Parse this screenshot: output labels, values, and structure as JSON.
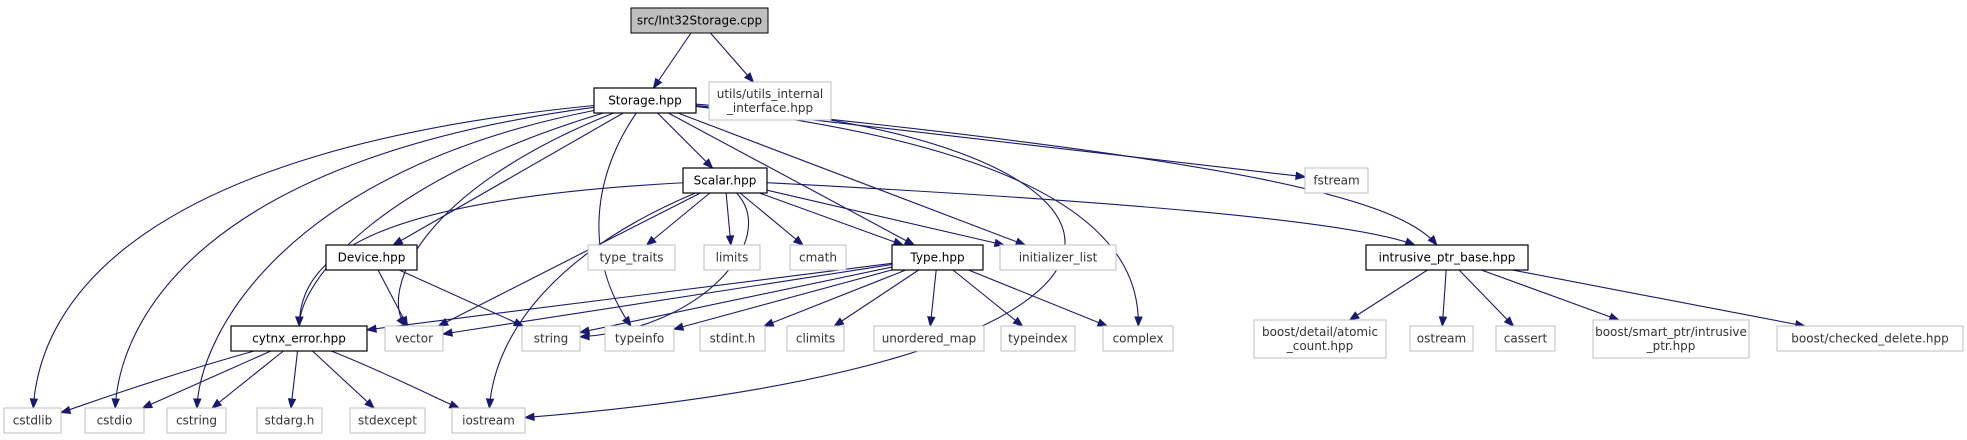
{
  "graph": {
    "title": "src/Int32Storage.cpp",
    "edge_color": "#191970",
    "node_border_colors": {
      "documented": "#000000",
      "external": "#bfbfbf",
      "root_fill": "#bfbfbf"
    },
    "nodes": [
      {
        "id": "n_root",
        "label_lines": [
          "src/Int32Storage.cpp"
        ],
        "kind": "root"
      },
      {
        "id": "n_storage",
        "label_lines": [
          "Storage.hpp"
        ],
        "kind": "doc"
      },
      {
        "id": "n_utils",
        "label_lines": [
          "utils/utils_internal",
          "_interface.hpp"
        ],
        "kind": "ext"
      },
      {
        "id": "n_fstream",
        "label_lines": [
          "fstream"
        ],
        "kind": "ext"
      },
      {
        "id": "n_scalar",
        "label_lines": [
          "Scalar.hpp"
        ],
        "kind": "doc"
      },
      {
        "id": "n_device",
        "label_lines": [
          "Device.hpp"
        ],
        "kind": "doc"
      },
      {
        "id": "n_typetraits",
        "label_lines": [
          "type_traits"
        ],
        "kind": "ext"
      },
      {
        "id": "n_limits",
        "label_lines": [
          "limits"
        ],
        "kind": "ext"
      },
      {
        "id": "n_cmath",
        "label_lines": [
          "cmath"
        ],
        "kind": "ext"
      },
      {
        "id": "n_type",
        "label_lines": [
          "Type.hpp"
        ],
        "kind": "doc"
      },
      {
        "id": "n_initlist",
        "label_lines": [
          "initializer_list"
        ],
        "kind": "ext"
      },
      {
        "id": "n_intrusive",
        "label_lines": [
          "intrusive_ptr_base.hpp"
        ],
        "kind": "doc"
      },
      {
        "id": "n_cytnx",
        "label_lines": [
          "cytnx_error.hpp"
        ],
        "kind": "doc"
      },
      {
        "id": "n_vector",
        "label_lines": [
          "vector"
        ],
        "kind": "ext"
      },
      {
        "id": "n_string",
        "label_lines": [
          "string"
        ],
        "kind": "ext"
      },
      {
        "id": "n_typeinfo",
        "label_lines": [
          "typeinfo"
        ],
        "kind": "ext"
      },
      {
        "id": "n_stdint",
        "label_lines": [
          "stdint.h"
        ],
        "kind": "ext"
      },
      {
        "id": "n_climits",
        "label_lines": [
          "climits"
        ],
        "kind": "ext"
      },
      {
        "id": "n_unordered",
        "label_lines": [
          "unordered_map"
        ],
        "kind": "ext"
      },
      {
        "id": "n_typeindex",
        "label_lines": [
          "typeindex"
        ],
        "kind": "ext"
      },
      {
        "id": "n_complex",
        "label_lines": [
          "complex"
        ],
        "kind": "ext"
      },
      {
        "id": "n_boostatomic",
        "label_lines": [
          "boost/detail/atomic",
          "_count.hpp"
        ],
        "kind": "ext"
      },
      {
        "id": "n_ostream",
        "label_lines": [
          "ostream"
        ],
        "kind": "ext"
      },
      {
        "id": "n_cassert",
        "label_lines": [
          "cassert"
        ],
        "kind": "ext"
      },
      {
        "id": "n_boostsmart",
        "label_lines": [
          "boost/smart_ptr/intrusive",
          "_ptr.hpp"
        ],
        "kind": "ext"
      },
      {
        "id": "n_boostchecked",
        "label_lines": [
          "boost/checked_delete.hpp"
        ],
        "kind": "ext"
      },
      {
        "id": "n_cstdlib",
        "label_lines": [
          "cstdlib"
        ],
        "kind": "ext"
      },
      {
        "id": "n_cstdio",
        "label_lines": [
          "cstdio"
        ],
        "kind": "ext"
      },
      {
        "id": "n_cstring",
        "label_lines": [
          "cstring"
        ],
        "kind": "ext"
      },
      {
        "id": "n_stdarg",
        "label_lines": [
          "stdarg.h"
        ],
        "kind": "ext"
      },
      {
        "id": "n_stdexcept",
        "label_lines": [
          "stdexcept"
        ],
        "kind": "ext"
      },
      {
        "id": "n_iostream",
        "label_lines": [
          "iostream"
        ],
        "kind": "ext"
      }
    ],
    "edges": [
      {
        "from": "n_root",
        "to": "n_storage"
      },
      {
        "from": "n_root",
        "to": "n_utils"
      },
      {
        "from": "n_storage",
        "to": "n_fstream"
      },
      {
        "from": "n_storage",
        "to": "n_scalar"
      },
      {
        "from": "n_storage",
        "to": "n_device"
      },
      {
        "from": "n_storage",
        "to": "n_type"
      },
      {
        "from": "n_storage",
        "to": "n_initlist"
      },
      {
        "from": "n_storage",
        "to": "n_intrusive"
      },
      {
        "from": "n_storage",
        "to": "n_cytnx"
      },
      {
        "from": "n_storage",
        "to": "n_vector"
      },
      {
        "from": "n_storage",
        "to": "n_typeinfo"
      },
      {
        "from": "n_storage",
        "to": "n_complex"
      },
      {
        "from": "n_storage",
        "to": "n_iostream"
      },
      {
        "from": "n_storage",
        "to": "n_cstdlib"
      },
      {
        "from": "n_storage",
        "to": "n_cstdio"
      },
      {
        "from": "n_storage",
        "to": "n_cstring"
      },
      {
        "from": "n_scalar",
        "to": "n_typetraits"
      },
      {
        "from": "n_scalar",
        "to": "n_limits"
      },
      {
        "from": "n_scalar",
        "to": "n_cmath"
      },
      {
        "from": "n_scalar",
        "to": "n_type"
      },
      {
        "from": "n_scalar",
        "to": "n_initlist"
      },
      {
        "from": "n_scalar",
        "to": "n_intrusive"
      },
      {
        "from": "n_scalar",
        "to": "n_cytnx"
      },
      {
        "from": "n_scalar",
        "to": "n_vector"
      },
      {
        "from": "n_scalar",
        "to": "n_string"
      },
      {
        "from": "n_scalar",
        "to": "n_iostream"
      },
      {
        "from": "n_device",
        "to": "n_vector"
      },
      {
        "from": "n_device",
        "to": "n_string"
      },
      {
        "from": "n_type",
        "to": "n_cytnx"
      },
      {
        "from": "n_type",
        "to": "n_vector"
      },
      {
        "from": "n_type",
        "to": "n_string"
      },
      {
        "from": "n_type",
        "to": "n_typeinfo"
      },
      {
        "from": "n_type",
        "to": "n_stdint"
      },
      {
        "from": "n_type",
        "to": "n_climits"
      },
      {
        "from": "n_type",
        "to": "n_unordered"
      },
      {
        "from": "n_type",
        "to": "n_typeindex"
      },
      {
        "from": "n_type",
        "to": "n_complex"
      },
      {
        "from": "n_intrusive",
        "to": "n_boostatomic"
      },
      {
        "from": "n_intrusive",
        "to": "n_ostream"
      },
      {
        "from": "n_intrusive",
        "to": "n_cassert"
      },
      {
        "from": "n_intrusive",
        "to": "n_boostsmart"
      },
      {
        "from": "n_intrusive",
        "to": "n_boostchecked"
      },
      {
        "from": "n_cytnx",
        "to": "n_cstdlib"
      },
      {
        "from": "n_cytnx",
        "to": "n_cstdio"
      },
      {
        "from": "n_cytnx",
        "to": "n_cstring"
      },
      {
        "from": "n_cytnx",
        "to": "n_stdarg"
      },
      {
        "from": "n_cytnx",
        "to": "n_stdexcept"
      },
      {
        "from": "n_cytnx",
        "to": "n_iostream"
      }
    ]
  }
}
